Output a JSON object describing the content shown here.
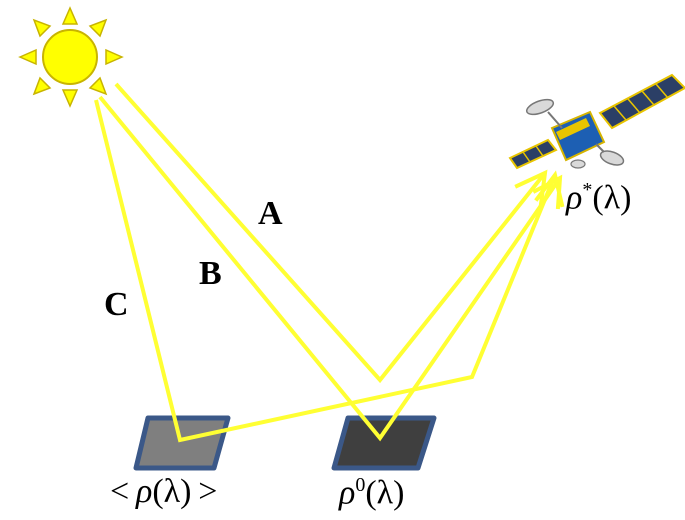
{
  "labels": {
    "path_a": "A",
    "path_b": "B",
    "path_c": "C",
    "sat_rho": "ρ",
    "sat_sup": "*",
    "sat_lambda": "(λ)",
    "target_rho": "ρ",
    "target_sup": "0",
    "target_lambda": "(λ)",
    "bg_lt": "<",
    "bg_rho": "ρ",
    "bg_lambda": "(λ)",
    "bg_gt": ">"
  },
  "icons": {
    "sun": "sun-icon",
    "satellite": "satellite-icon"
  },
  "colors": {
    "light_path": "#ffff33",
    "sun_fill": "#ffff00",
    "sun_stroke": "#c8b400",
    "patch_border": "#3b5888",
    "background_patch": "#7f7f7f",
    "target_patch": "#3f3f3f"
  }
}
